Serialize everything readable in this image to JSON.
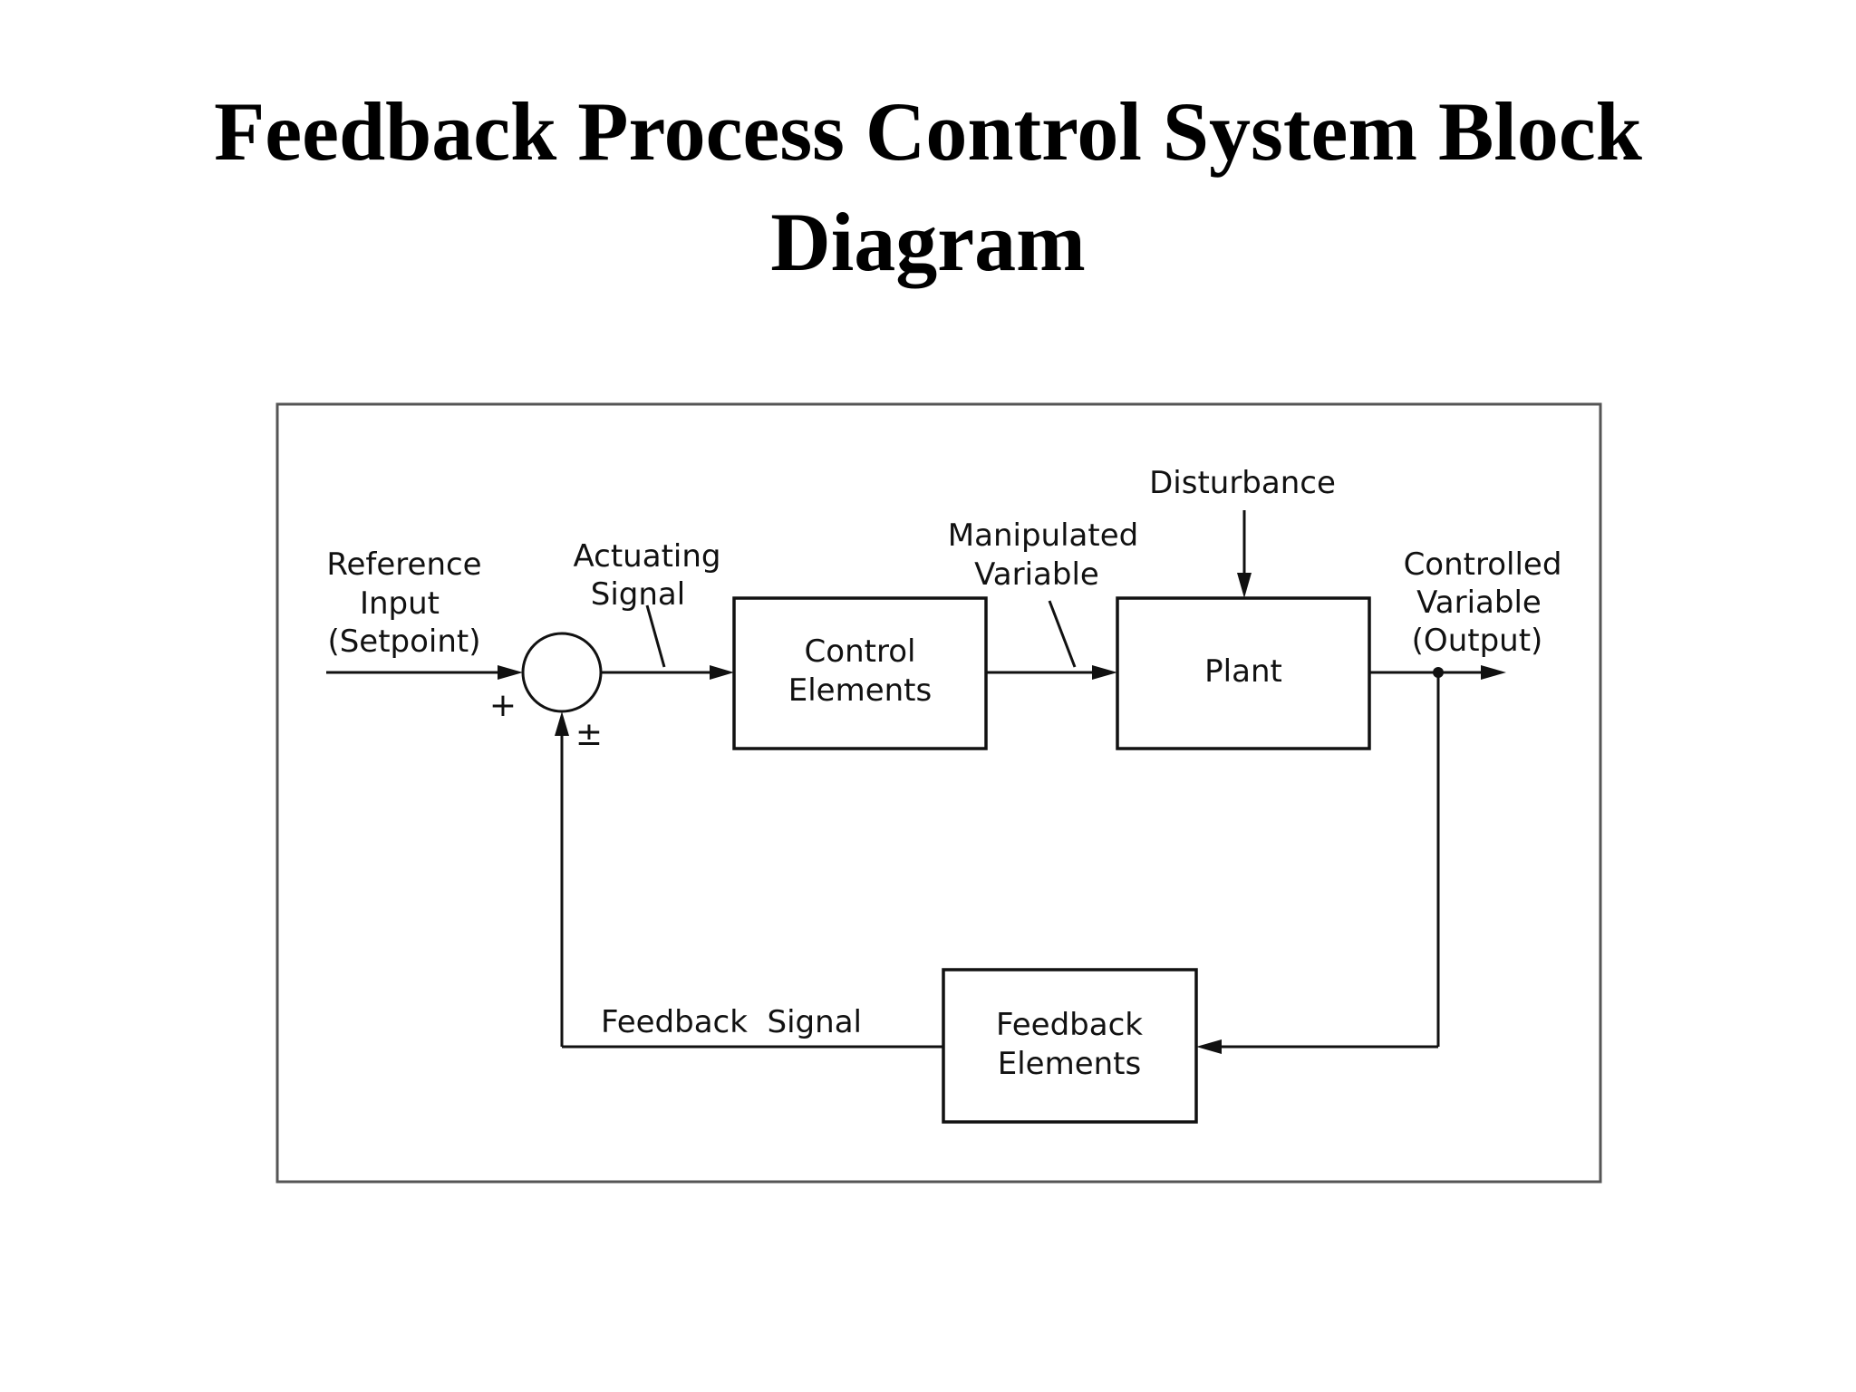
{
  "title": {
    "line1": "Feedback Process Control System Block",
    "line2": "Diagram"
  },
  "diagram": {
    "reference_input": [
      "Reference",
      "Input",
      "(Setpoint)"
    ],
    "actuating_signal": [
      "Actuating",
      "Signal"
    ],
    "manipulated_variable": [
      "Manipulated",
      "Variable"
    ],
    "disturbance": "Disturbance",
    "controlled_variable": [
      "Controlled",
      "Variable",
      "(Output)"
    ],
    "feedback_signal": "Feedback  Signal",
    "sum_plus": "+",
    "sum_plus_minus": "±",
    "blocks": {
      "control_elements": [
        "Control",
        "Elements"
      ],
      "plant": [
        "Plant"
      ],
      "feedback_elements": [
        "Feedback",
        "Elements"
      ]
    }
  }
}
